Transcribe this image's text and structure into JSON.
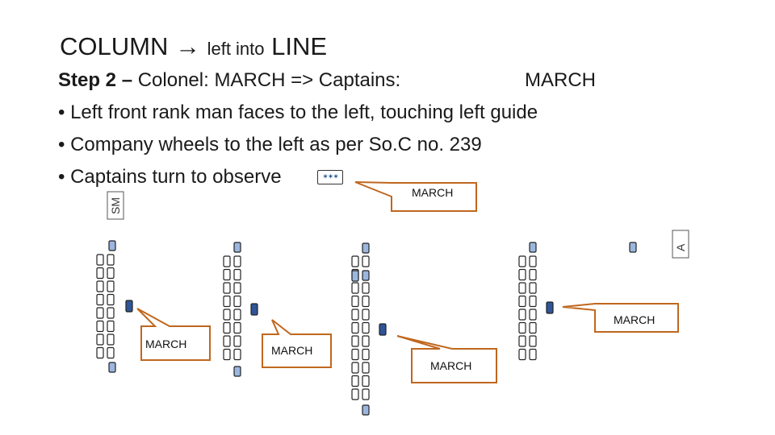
{
  "title": {
    "main": "COLUMN → ",
    "small": "left into",
    "end": " LINE"
  },
  "step": {
    "label": "Step 2 –",
    "colonel": " Colonel:  MARCH          => Captains:",
    "captains_cmd": "MARCH"
  },
  "bullets": [
    "• Left front rank man faces to the left, touching left guide",
    "• Company wheels to the left as per So.C no. 239",
    "• Captains turn to observe"
  ],
  "flag_text": "✶✶✶",
  "side_labels": {
    "sm": "SM",
    "a": "A"
  },
  "callouts": [
    "MARCH",
    "MARCH",
    "MARCH",
    "MARCH",
    "MARCH"
  ],
  "colors": {
    "callout_border": "#c0671e",
    "rank_fill": "#ffffff",
    "officer_fill": "#9bb7e0",
    "captain_fill": "#2f5597"
  }
}
